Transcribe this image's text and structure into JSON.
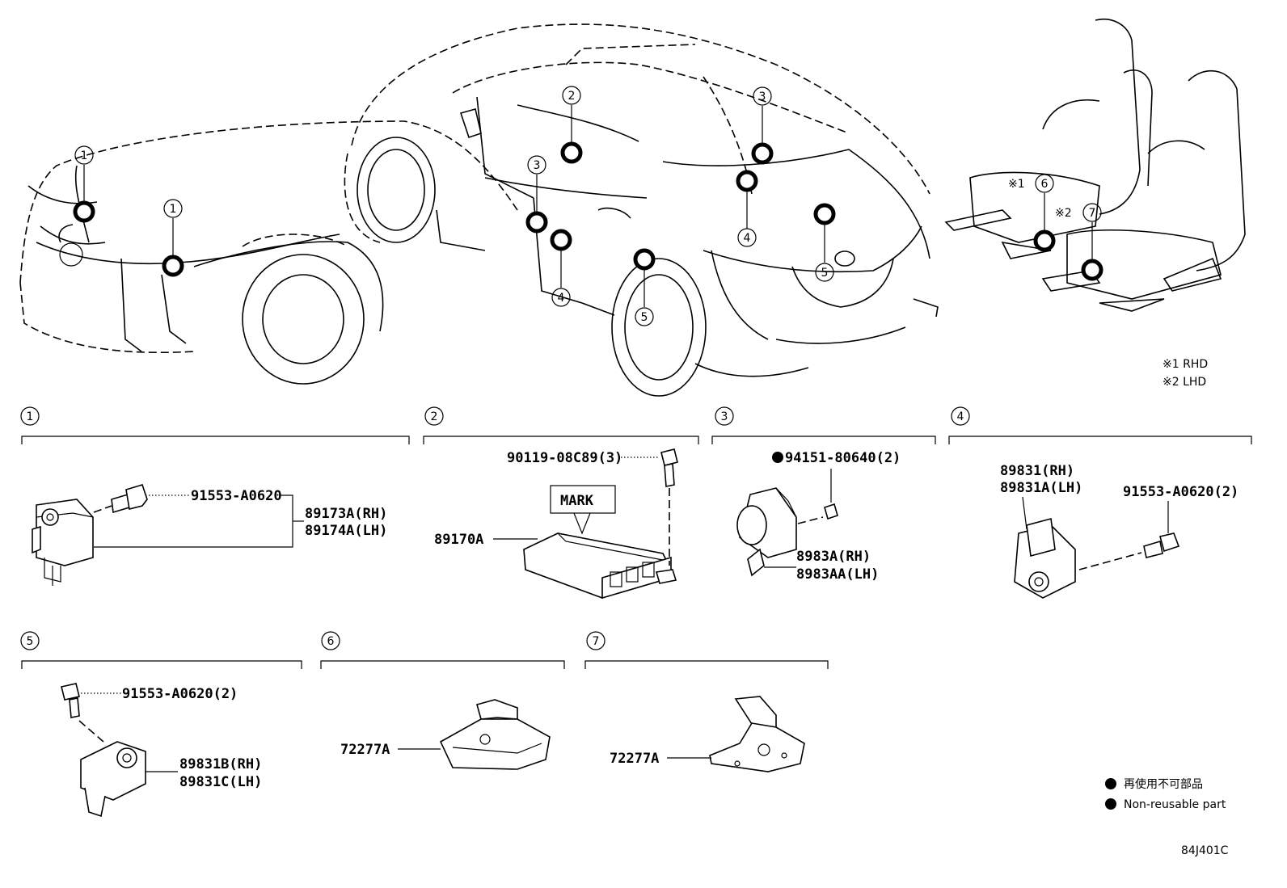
{
  "legend": {
    "note1": "※1 RHD",
    "note2": "※2 LHD",
    "nonreusable_jp": "再使用不可部品",
    "nonreusable_en": "Non-reusable part"
  },
  "diagram_code": "84J401C",
  "callout_markers": {
    "seat_rhd": "※1",
    "seat_lhd": "※2"
  },
  "sections": [
    {
      "id": "1",
      "labels": [
        "91553-A0620",
        "89173A(RH)",
        "89174A(LH)"
      ]
    },
    {
      "id": "2",
      "labels": [
        "90119-08C89(3)",
        "MARK",
        "89170A"
      ]
    },
    {
      "id": "3",
      "labels": [
        "94151-80640(2)",
        "8983A(RH)",
        "8983AA(LH)"
      ]
    },
    {
      "id": "4",
      "labels": [
        "89831(RH)",
        "89831A(LH)",
        "91553-A0620(2)"
      ]
    },
    {
      "id": "5",
      "labels": [
        "91553-A0620(2)",
        "89831B(RH)",
        "89831C(LH)"
      ]
    },
    {
      "id": "6",
      "labels": [
        "72277A"
      ]
    },
    {
      "id": "7",
      "labels": [
        "72277A"
      ]
    }
  ]
}
